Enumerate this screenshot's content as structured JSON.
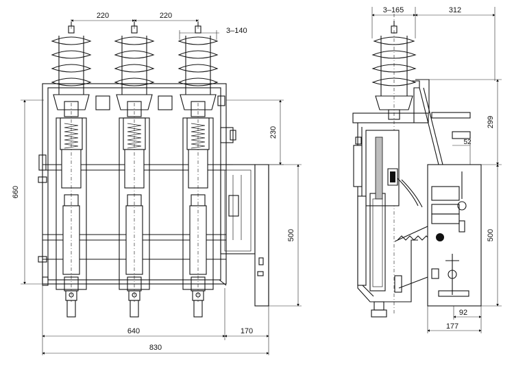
{
  "dimensions": {
    "front_phase_spacing_left": "220",
    "front_phase_spacing_right": "220",
    "front_insulator_diameter": "3–140",
    "front_overall_height": "660",
    "front_upper_section": "230",
    "front_panel_height": "500",
    "front_body_width": "640",
    "front_panel_width": "170",
    "front_overall_width": "830",
    "side_insulator_diameter": "3–165",
    "side_top_depth": "312",
    "side_upper_height": "299",
    "side_offset": "52",
    "side_panel_height": "500",
    "side_panel_offset": "92",
    "side_panel_width": "177"
  },
  "colors": {
    "line": "#111111",
    "background": "#ffffff",
    "fill_grey": "#bdbdbd"
  }
}
